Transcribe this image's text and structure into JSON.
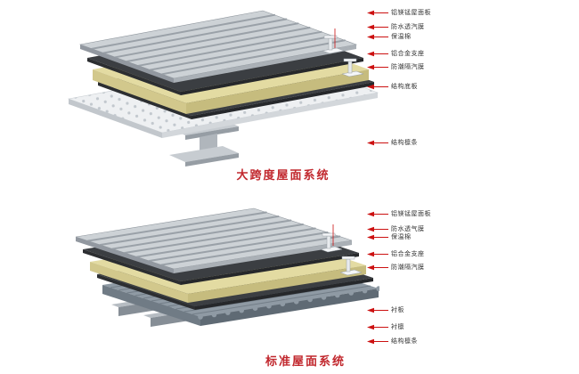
{
  "colors": {
    "leader_red": "#cc1111",
    "title_red": "#c1272d",
    "label_text": "#333333",
    "roof_panel": "#cdd2d6",
    "membrane_dark": "#3b3e42",
    "insulation_yellow": "#e3dba2",
    "deck_white": "#eef0f2",
    "corrugated_gray": "#8f9aa4",
    "steel_gray": "#c7ccd1"
  },
  "diagrams": [
    {
      "title": "大跨度屋面系统",
      "labels": [
        "铝镁锰屋面板",
        "防水透汽膜",
        "保温棉",
        "铝合金支座",
        "防潮隔汽膜",
        "结构底板",
        "结构檩条"
      ]
    },
    {
      "title": "标准屋面系统",
      "labels": [
        "铝镁锰屋面板",
        "防水透气膜",
        "保温棉",
        "铝合金支座",
        "防潮隔汽膜",
        "衬板",
        "衬檩",
        "结构檩条"
      ]
    }
  ]
}
